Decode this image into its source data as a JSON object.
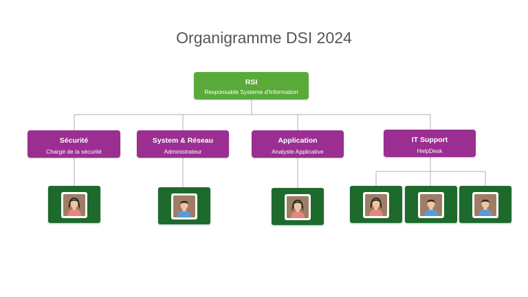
{
  "title": "Organigramme DSI 2024",
  "colors": {
    "root": "#5aaa3a",
    "department": "#9a2f91",
    "card": "#1d6a2c",
    "connector": "#c8c8c8"
  },
  "root": {
    "title": "RSI",
    "subtitle": "Responsable Systeme d'Information"
  },
  "departments": [
    {
      "title": "Sécurité",
      "subtitle": "Chargé de la sécurité",
      "staff": [
        "female"
      ]
    },
    {
      "title": "System & Réseau",
      "subtitle": "Administrateur",
      "staff": [
        "male"
      ]
    },
    {
      "title": "Application",
      "subtitle": "Analyste Applicative",
      "staff": [
        "female"
      ]
    },
    {
      "title": "IT Support",
      "subtitle": "HelpDesk",
      "staff": [
        "female",
        "male",
        "male"
      ]
    }
  ]
}
